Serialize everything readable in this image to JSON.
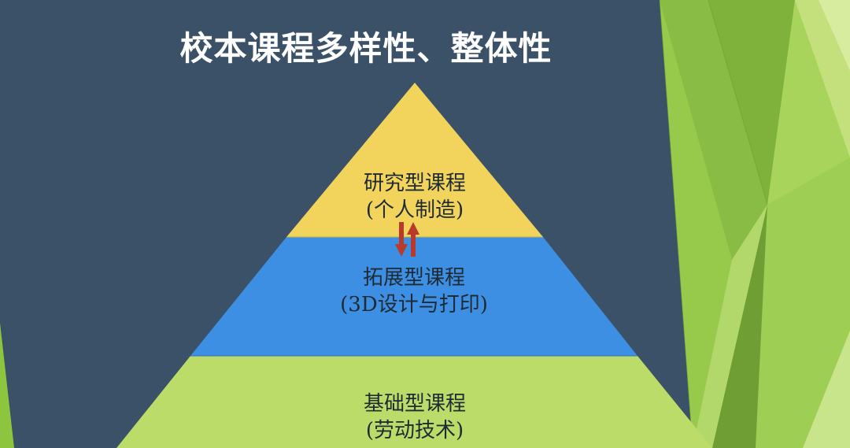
{
  "slide": {
    "title": "校本课程多样性、整体性"
  },
  "pyramid": {
    "tiers": [
      {
        "name": "研究型课程",
        "detail": "(个人制造)"
      },
      {
        "name": "拓展型课程",
        "detail": "(3D设计与打印)"
      },
      {
        "name": "基础型课程",
        "detail": "(劳动技术)"
      }
    ]
  },
  "colors": {
    "background": "#3b5167",
    "top_tier": "#f2d45c",
    "middle_tier": "#3d8fe3",
    "bottom_tier": "#bcdc6a",
    "arrow": "#b93a2a",
    "accent_green": "#8cc63f"
  },
  "icons": {
    "arrows": "up-down-arrows-icon",
    "decoration": "green-facets-decoration"
  }
}
